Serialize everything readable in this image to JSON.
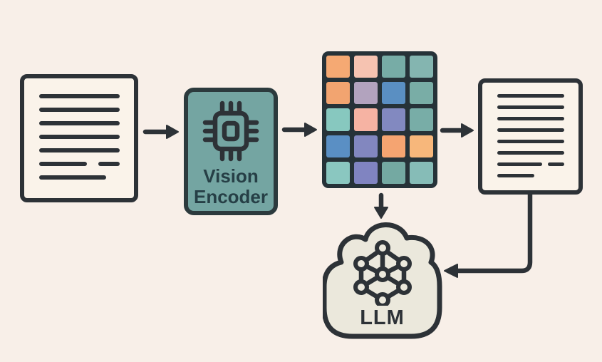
{
  "colors": {
    "background": "#f8efe8",
    "stroke": "#2d3237",
    "encoder_fill": "#74a5a2",
    "encoder_border": "#2c3a3d",
    "encoder_text": "#263f46",
    "cloud_fill": "#ebe8dc",
    "document_fill": "#faf3ea",
    "grid_border": "#263238"
  },
  "vision_encoder": {
    "label": "Vision Encoder",
    "icon": "chip-icon"
  },
  "llm": {
    "label": "LLM",
    "icon": "neural-network-icon"
  },
  "input_document": {
    "lines": [
      [
        100
      ],
      [
        100
      ],
      [
        100
      ],
      [
        100
      ],
      [
        100
      ],
      [
        59,
        27
      ],
      [
        83
      ]
    ]
  },
  "output_document": {
    "lines": [
      [
        100
      ],
      [
        100
      ],
      [
        100
      ],
      [
        100
      ],
      [
        100
      ],
      [
        100
      ],
      [
        67,
        24
      ],
      [
        55
      ]
    ]
  },
  "patch_grid": {
    "rows": 5,
    "cols": 4,
    "cells": [
      [
        "#f5a973",
        "#f6c3b1",
        "#77aca6",
        "#84b5b0"
      ],
      [
        "#f2a470",
        "#b2a3be",
        "#5a8fc2",
        "#79ada6"
      ],
      [
        "#87c8bf",
        "#f6b3a3",
        "#8289c0",
        "#78ada7"
      ],
      [
        "#5a8fc4",
        "#8287bf",
        "#f5a471",
        "#f7b77b"
      ],
      [
        "#8ac7c0",
        "#8084c1",
        "#74a9a2",
        "#86bcb7"
      ]
    ]
  },
  "connections": [
    {
      "from": "input-document",
      "to": "vision-encoder"
    },
    {
      "from": "vision-encoder",
      "to": "patch-grid"
    },
    {
      "from": "patch-grid",
      "to": "output-document"
    },
    {
      "from": "patch-grid",
      "to": "llm"
    },
    {
      "from": "output-document",
      "to": "llm"
    }
  ]
}
